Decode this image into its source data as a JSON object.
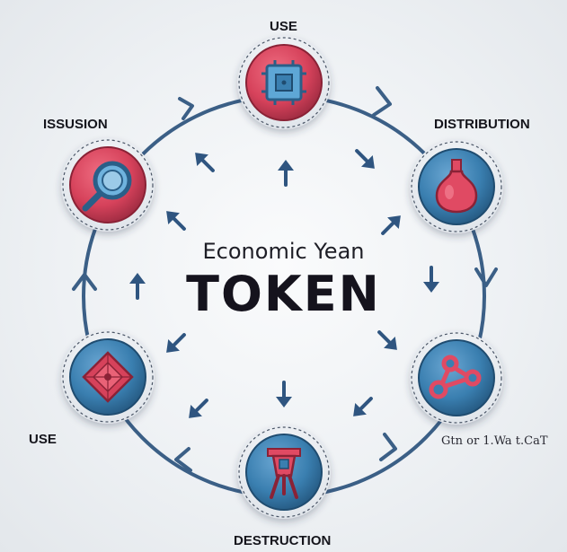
{
  "diagram": {
    "subtitle": "Economic Yean",
    "title": "TOKEN",
    "nodes": [
      {
        "id": "use-top",
        "label": "USE",
        "icon": "chip-icon",
        "color": "#d6425b"
      },
      {
        "id": "distribution",
        "label": "DISTRIBUTION",
        "icon": "flask-icon",
        "color": "#3a7fb0"
      },
      {
        "id": "lower-right",
        "label": "Gtn or 1.Wa t.CaT",
        "icon": "molecule-icon",
        "color": "#3a7fb0"
      },
      {
        "id": "destruction",
        "label": "DESTRUCTION",
        "icon": "drill-rig-icon",
        "color": "#3a7fb0"
      },
      {
        "id": "use-left",
        "label": "USE",
        "icon": "diamond-icon",
        "color": "#3a7fb0"
      },
      {
        "id": "issusion",
        "label": "ISSUSION",
        "icon": "magnifier-icon",
        "color": "#d6425b"
      }
    ],
    "colors": {
      "accent_red": "#d6425b",
      "accent_blue": "#3a7fb0",
      "cycle_line": "#3b5f86",
      "arrow": "#2f5580",
      "text": "#15131d"
    }
  }
}
